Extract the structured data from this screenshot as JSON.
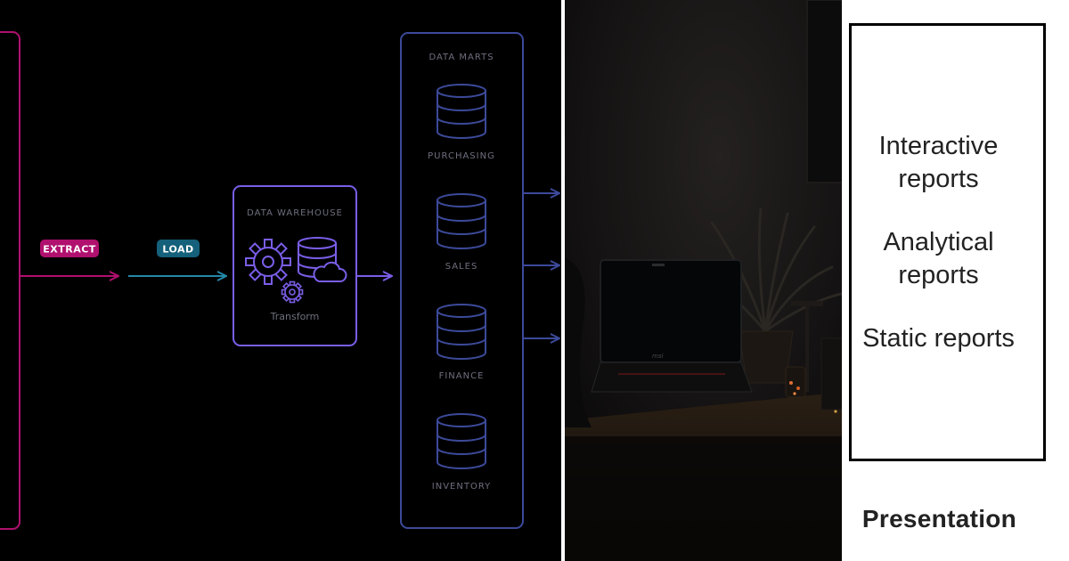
{
  "pipeline": {
    "extract_label": "EXTRACT",
    "load_label": "LOAD",
    "warehouse": {
      "title": "DATA WAREHOUSE",
      "transform_label": "Transform"
    },
    "marts": {
      "title": "DATA MARTS",
      "items": [
        {
          "label": "PURCHASING"
        },
        {
          "label": "SALES"
        },
        {
          "label": "FINANCE"
        },
        {
          "label": "INVENTORY"
        }
      ]
    },
    "colors": {
      "extract": "#b0106e",
      "load": "#2488a8",
      "warehouse": "#7a5ee8",
      "marts": "#3c4a9a"
    }
  },
  "photo": {
    "laptop_logo": "msi"
  },
  "reports": {
    "items": [
      {
        "label_line1": "Interactive",
        "label_line2": "reports"
      },
      {
        "label_line1": "Analytical",
        "label_line2": "reports"
      },
      {
        "label_line1": "Static reports",
        "label_line2": ""
      }
    ],
    "title": "Presentation"
  }
}
